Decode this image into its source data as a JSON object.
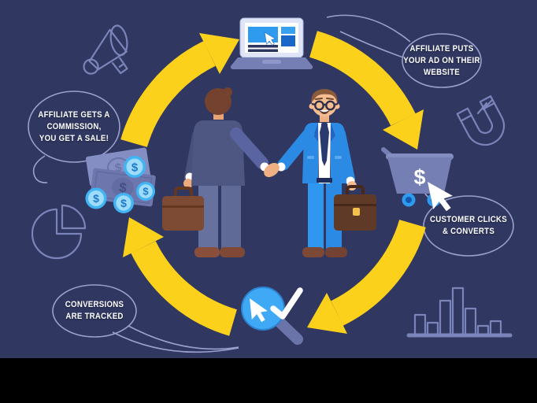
{
  "scene": {
    "background_color": "#303760",
    "letterbox_color": "#000000"
  },
  "palette": {
    "arrow_yellow": "#fbd11c",
    "bubble_outline": "#99a2ce",
    "outline_icon": "#7e88be",
    "muted_blue": "#767fb3",
    "bright_blue": "#2f9bee",
    "suit_blue": "#2b8ae4",
    "suit_gray": "#4d5781",
    "briefcase_brown": "#7d4a33",
    "text_white": "#ffffff"
  },
  "currency": {
    "symbol": "$"
  },
  "bubbles": {
    "affiliate_ad": {
      "text": "AFFILIATE PUTS\nYOUR AD ON THEIR\nWEBSITE"
    },
    "commission": {
      "text": "AFFILIATE GETS A\nCOMMISSION,\nYOU GET A SALE!"
    },
    "conversions": {
      "text": "CONVERSIONS\nARE TRACKED"
    },
    "customer_clicks": {
      "text": "CUSTOMER CLICKS\n& CONVERTS"
    }
  },
  "icons": {
    "laptop": "laptop-ad-icon",
    "cart": "shopping-cart-icon",
    "money": "money-commission-icon",
    "magnifier": "tracking-magnifier-icon",
    "megaphone": "megaphone-icon",
    "magnet": "magnet-icon",
    "pie_chart": "pie-chart-icon",
    "bar_chart": "bar-chart-icon",
    "cursor": "cursor-icon",
    "checkmark": "checkmark-icon"
  }
}
